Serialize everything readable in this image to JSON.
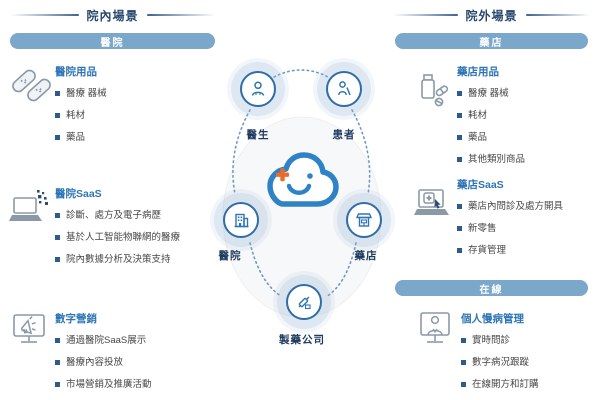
{
  "headers": {
    "left_scene": "院內場景",
    "right_scene": "院外場景"
  },
  "left_column": {
    "pill": "醫院",
    "sections": [
      {
        "icon": "bandage-icon",
        "title": "醫院用品",
        "items": [
          "醫療 器械",
          "耗材",
          "藥品"
        ]
      },
      {
        "icon": "laptop-pixels-icon",
        "title": "醫院SaaS",
        "items": [
          "診斷、處方及電子病歷",
          "基於人工智能物聯網的醫療",
          "院內數據分析及決策支持"
        ]
      },
      {
        "icon": "monitor-megaphone-icon",
        "title": "數字營銷",
        "items": [
          "通過醫院SaaS展示",
          "醫療內容投放",
          "市場營銷及推廣活動"
        ]
      }
    ]
  },
  "right_column": {
    "pill": "藥店",
    "online_pill": "在線",
    "sections": [
      {
        "icon": "medicine-bottle-icon",
        "title": "藥店用品",
        "items": [
          "醫療 器械",
          "耗材",
          "藥品",
          "其他類別商品"
        ]
      },
      {
        "icon": "laptop-medical-icon",
        "title": "藥店SaaS",
        "items": [
          "藥店內問診及處方開具",
          "新零售",
          "存貨管理"
        ]
      },
      {
        "icon": "monitor-doctor-icon",
        "title": "個人慢病管理",
        "items": [
          "實時問診",
          "數字病況跟蹤",
          "在線開方和訂購"
        ]
      }
    ]
  },
  "diagram": {
    "logo": "smiling-cloud-logo",
    "nodes": [
      {
        "id": "doctor",
        "label": "醫生"
      },
      {
        "id": "patient",
        "label": "患者"
      },
      {
        "id": "hospital",
        "label": "醫院"
      },
      {
        "id": "pharmacy",
        "label": "藥店"
      },
      {
        "id": "pharma-company",
        "label": "製藥公司"
      }
    ]
  },
  "colors": {
    "navy_text": "#27476f",
    "pill_blue": "#7ba7cb",
    "section_title_blue": "#2e75b6",
    "bullet_square": "#2e5b8f",
    "node_ring_blue": "#2f6da8",
    "dotted_line_blue": "#6c99c8",
    "icon_gray": "#8a99a8",
    "cloud_blue": "#2e82c6",
    "cloud_orange": "#e86c2b"
  }
}
